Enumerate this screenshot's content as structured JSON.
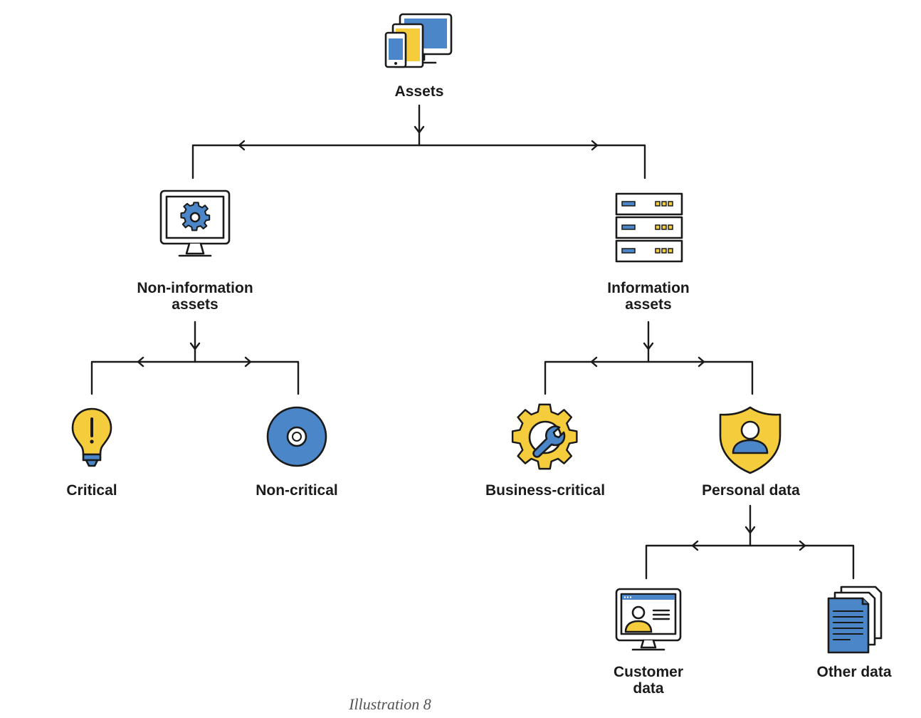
{
  "colors": {
    "blue": "#4a86c8",
    "yellow": "#f5cc3c",
    "outline": "#1a1a1a",
    "white": "#ffffff"
  },
  "nodes": {
    "assets": {
      "label": "Assets",
      "icon": "devices-icon"
    },
    "non_information": {
      "label_lines": [
        "Non-information",
        "assets"
      ],
      "icon": "monitor-gear-icon"
    },
    "information": {
      "label_lines": [
        "Information",
        "assets"
      ],
      "icon": "server-rack-icon"
    },
    "critical": {
      "label": "Critical",
      "icon": "lightbulb-warning-icon"
    },
    "non_critical": {
      "label": "Non-critical",
      "icon": "disc-icon"
    },
    "business_critical": {
      "label": "Business-critical",
      "icon": "gear-wrench-icon"
    },
    "personal_data": {
      "label": "Personal data",
      "icon": "shield-user-icon"
    },
    "customer_data": {
      "label_lines": [
        "Customer",
        "data"
      ],
      "icon": "monitor-profile-icon"
    },
    "other_data": {
      "label": "Other data",
      "icon": "document-stack-icon"
    }
  },
  "caption": "Illustration 8"
}
